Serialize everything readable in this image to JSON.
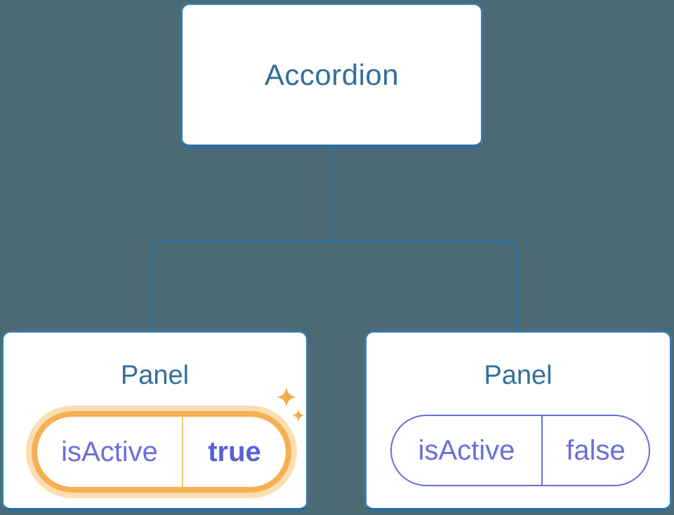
{
  "diagram": {
    "root": {
      "label": "Accordion"
    },
    "panels": [
      {
        "label": "Panel",
        "prop": "isActive",
        "value": "true",
        "highlighted": true
      },
      {
        "label": "Panel",
        "prop": "isActive",
        "value": "false",
        "highlighted": false
      }
    ]
  },
  "icons": {
    "sparkle": "✦"
  },
  "colors": {
    "background": "#4c6a74",
    "node_fill": "#ffffff",
    "node_border": "#3a7aa9",
    "node_border_bottom": "#2d6e9c",
    "connector": "#2e74a4",
    "heading_text": "#336f9b",
    "state_text": "#6a6fdb",
    "state_value_active": "#5a60d8",
    "state_border": "#666ddb",
    "highlight_stroke": "#f7ae54",
    "highlight_glow": "#fbdfb3",
    "highlight_divider": "#f8c272",
    "sparkle": "#f5a94b"
  }
}
